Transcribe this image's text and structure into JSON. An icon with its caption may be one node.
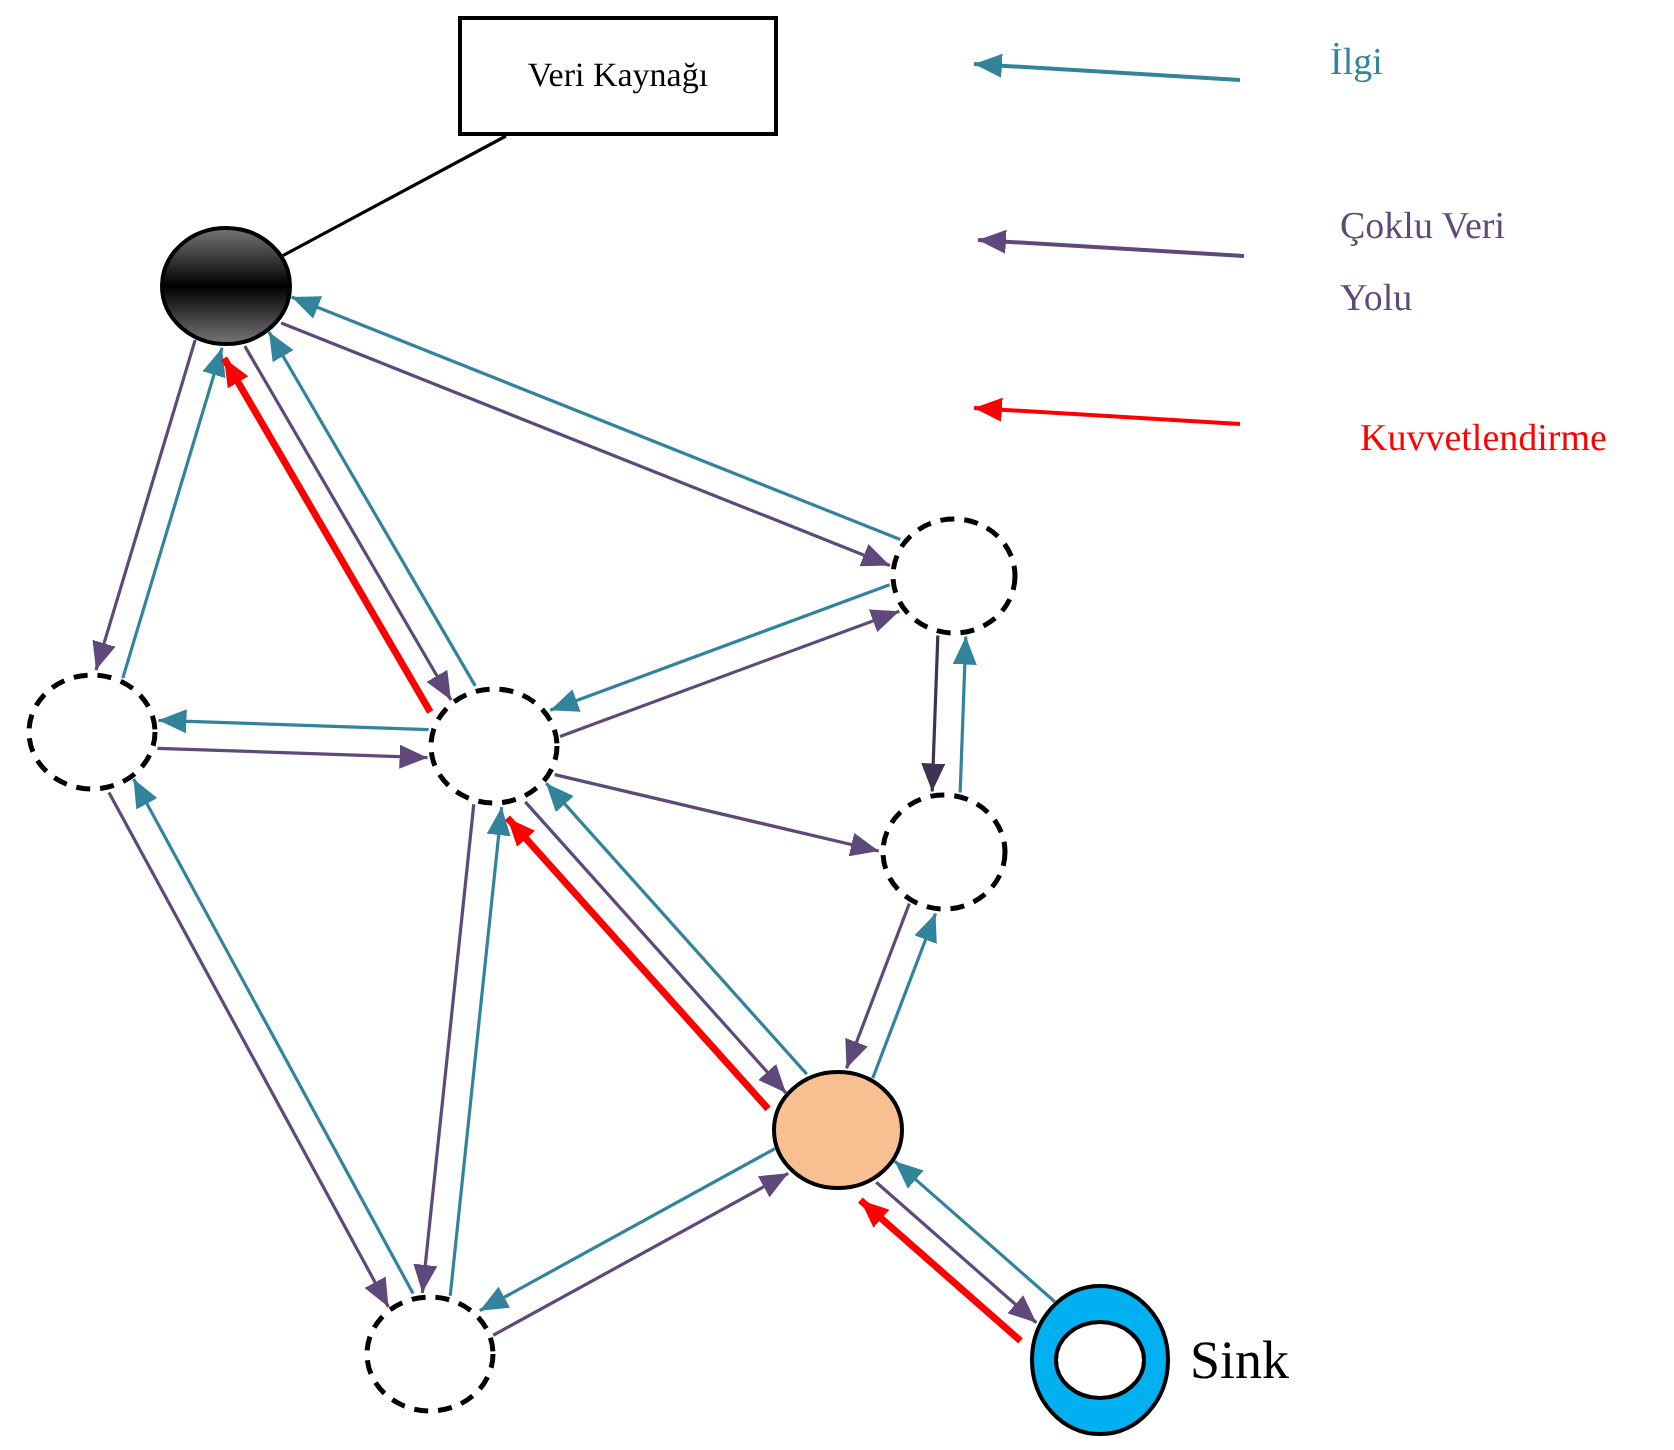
{
  "diagram": {
    "nodes": [
      {
        "text": [
          "Veri Kaynağı"
        ]
      },
      {
        "text": [],
        "shape": "circle"
      },
      {
        "text": [],
        "shape": "circle"
      },
      {
        "text": [],
        "shape": "circle"
      },
      {
        "text": [],
        "shape": "circle"
      },
      {
        "text": [],
        "shape": "circle"
      },
      {
        "text": [],
        "shape": "circle"
      },
      {
        "text": [],
        "shape": "circle"
      },
      {
        "text": [],
        "shape": "circle",
        "beside": [
          "Sink"
        ]
      }
    ],
    "edges": [
      {
        "from": 0,
        "to": 1,
        "arrow": "none",
        "color": "#000000"
      },
      {
        "from": 8,
        "to": 6,
        "arrow": "to",
        "color": "#31849b"
      },
      {
        "from": 6,
        "to": 5,
        "arrow": "to",
        "color": "#31849b"
      },
      {
        "from": 6,
        "to": 3,
        "arrow": "to",
        "color": "#31849b"
      },
      {
        "from": 5,
        "to": 4,
        "arrow": "to",
        "color": "#31849b"
      },
      {
        "from": 4,
        "to": 3,
        "arrow": "to",
        "color": "#31849b"
      },
      {
        "from": 4,
        "to": 1,
        "arrow": "to",
        "color": "#31849b"
      },
      {
        "from": 3,
        "to": 2,
        "arrow": "to",
        "color": "#31849b"
      },
      {
        "from": 3,
        "to": 1,
        "arrow": "to",
        "color": "#31849b"
      },
      {
        "from": 2,
        "to": 1,
        "arrow": "to",
        "color": "#31849b"
      },
      {
        "from": 7,
        "to": 3,
        "arrow": "to",
        "color": "#31849b"
      },
      {
        "from": 6,
        "to": 7,
        "arrow": "to",
        "color": "#31849b"
      },
      {
        "from": 7,
        "to": 2,
        "arrow": "to",
        "color": "#31849b"
      },
      {
        "from": 1,
        "to": 4,
        "arrow": "to"
      },
      {
        "from": 1,
        "to": 2,
        "arrow": "to"
      },
      {
        "from": 1,
        "to": 3,
        "arrow": "to"
      },
      {
        "from": 2,
        "to": 3,
        "arrow": "to"
      },
      {
        "from": 3,
        "to": 4,
        "arrow": "to"
      },
      {
        "from": 4,
        "to": 5,
        "arrow": "to",
        "color": "#403152"
      },
      {
        "from": 3,
        "to": 5,
        "arrow": "to"
      },
      {
        "from": 5,
        "to": 6,
        "arrow": "to"
      },
      {
        "from": 3,
        "to": 6,
        "arrow": "to"
      },
      {
        "from": 3,
        "to": 7,
        "arrow": "to"
      },
      {
        "from": 2,
        "to": 7,
        "arrow": "to"
      },
      {
        "from": 7,
        "to": 6,
        "arrow": "to"
      },
      {
        "from": 6,
        "to": 8,
        "arrow": "to"
      },
      {
        "from": 6,
        "to": 3,
        "arrow": "to",
        "color": "#ff0000",
        "style": "thick"
      },
      {
        "from": 3,
        "to": 1,
        "arrow": "to",
        "color": "#ff0000",
        "style": "thick"
      },
      {
        "from": 8,
        "to": 6,
        "arrow": "to",
        "color": "#ff0000",
        "style": "thick"
      }
    ],
    "legend": [
      {
        "text": "İlgi"
      },
      {
        "text": "Çoklu Veri Yolu"
      },
      {
        "text": "Kuvvetlendirme"
      }
    ]
  }
}
